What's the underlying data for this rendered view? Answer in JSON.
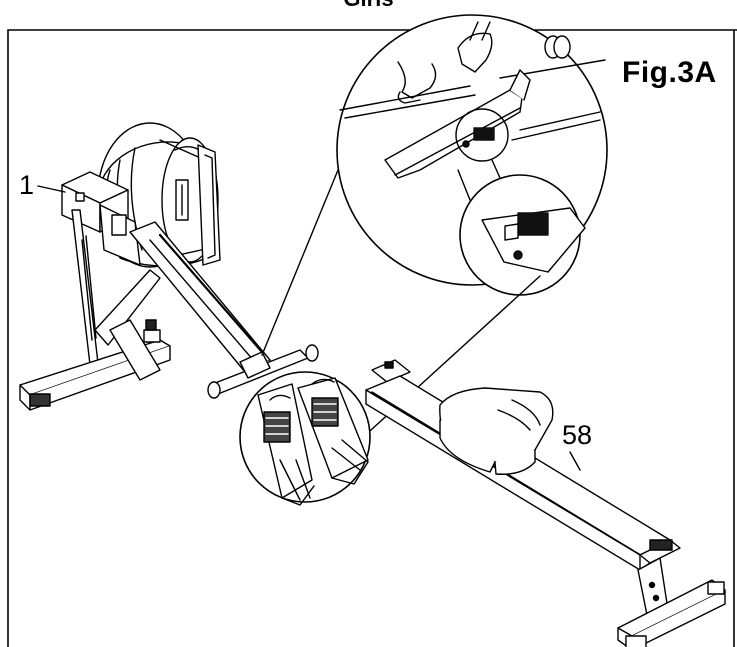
{
  "figure": {
    "header_partial": "Giris",
    "label": "Fig.3A",
    "callouts": [
      {
        "id": "1",
        "text": "1"
      },
      {
        "id": "58",
        "text": "58"
      }
    ]
  },
  "colors": {
    "line": "#000000",
    "fill": "#ffffff",
    "shade": "#1a1a1a"
  },
  "icons": [
    "rowing-machine-illustration",
    "magnified-detail-circle",
    "footrest-detail-circle"
  ]
}
